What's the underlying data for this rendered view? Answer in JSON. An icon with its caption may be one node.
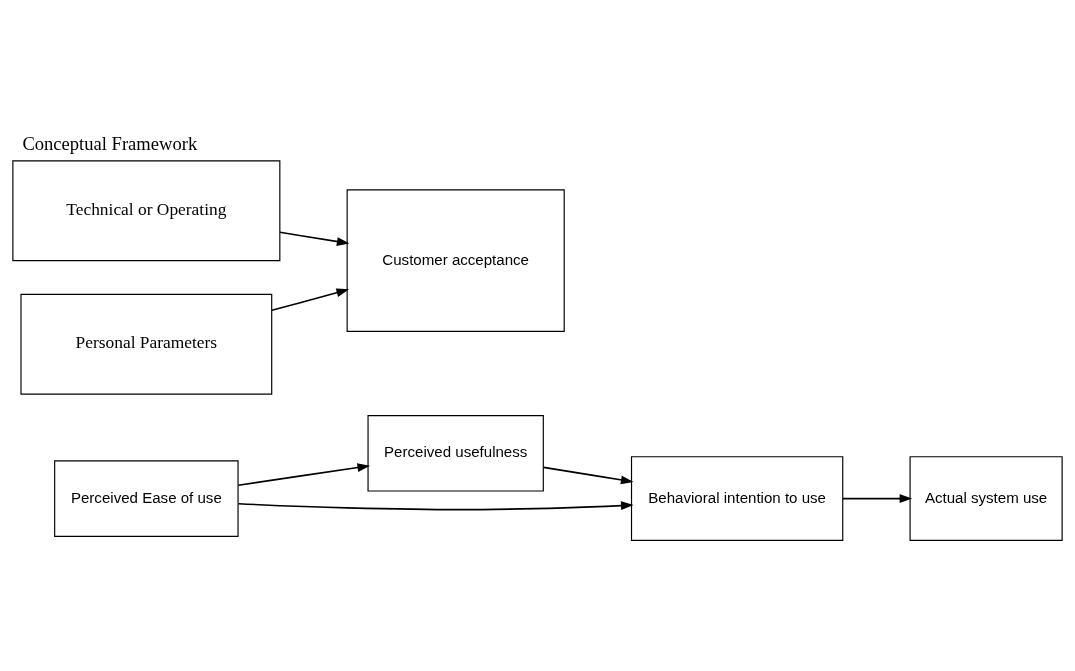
{
  "diagram": {
    "title": "Conceptual Framework",
    "nodes": [
      {
        "text": [
          "Perceived usefulness"
        ]
      },
      {
        "text": [
          "Perceived Ease of use"
        ]
      },
      {
        "text": [
          "Behavioral intention to use"
        ]
      },
      {
        "text": [
          "Actual system use"
        ]
      },
      {
        "text": [
          "Technical or Operating"
        ]
      },
      {
        "text": [
          "Personal Parameters"
        ]
      },
      {
        "text": [
          "Customer acceptance"
        ]
      }
    ],
    "edges": [
      {
        "from": 1,
        "to": 0,
        "arrow": "to"
      },
      {
        "from": 0,
        "to": 2,
        "arrow": "to"
      },
      {
        "from": 1,
        "to": 2,
        "arrow": "to"
      },
      {
        "from": 2,
        "to": 3,
        "arrow": "to"
      },
      {
        "from": 4,
        "to": 6,
        "arrow": "to"
      },
      {
        "from": 5,
        "to": 6,
        "arrow": "to"
      }
    ]
  }
}
